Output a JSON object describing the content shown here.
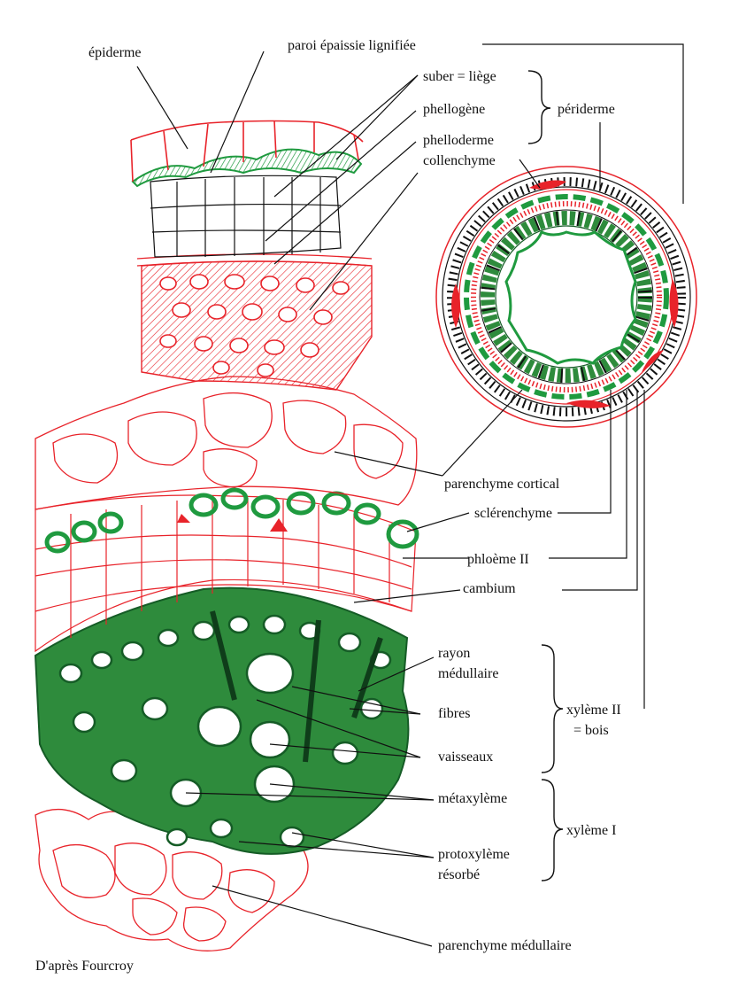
{
  "colors": {
    "red": "#e8232a",
    "green": "#1f9a3f",
    "green_fill": "#2e8b3c",
    "black": "#111111"
  },
  "labels": {
    "epiderme": "épiderme",
    "paroi": "paroi épaissie lignifiée",
    "suber": "suber = liège",
    "phellogene": "phellogène",
    "phelloderme": "phelloderme",
    "periderme": "périderme",
    "collenchyme": "collenchyme",
    "parenchyme_cortical": "parenchyme cortical",
    "sclerenchyme": "sclérenchyme",
    "phloeme": "phloème II",
    "cambium": "cambium",
    "rayon_1": "rayon",
    "rayon_2": "médullaire",
    "fibres": "fibres",
    "vaisseaux": "vaisseaux",
    "xyleme2_1": "xylème II",
    "xyleme2_2": "= bois",
    "metaxyleme": "métaxylème",
    "xyleme1": "xylème I",
    "protoxyleme_1": "protoxylème",
    "protoxyleme_2": "résorbé",
    "parenchyme_medullaire": "parenchyme médullaire"
  },
  "credit": "D'après Fourcroy"
}
